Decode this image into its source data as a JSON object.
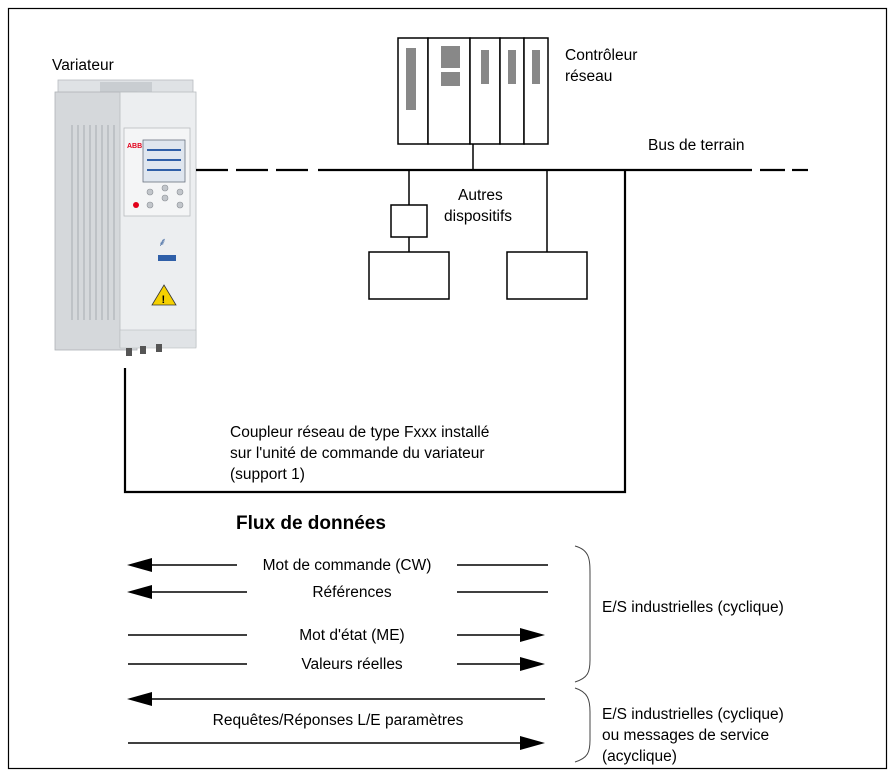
{
  "labels": {
    "drive": "Variateur",
    "controller_line1": "Contrôleur",
    "controller_line2": "réseau",
    "fieldbus": "Bus de terrain",
    "other_devices_line1": "Autres",
    "other_devices_line2": "dispositifs",
    "adapter_line1": "Coupleur réseau de type Fxxx installé",
    "adapter_line2": "sur l'unité de commande du variateur",
    "adapter_line3": "(support 1)",
    "drive_brand": "ABB"
  },
  "dataflow": {
    "title": "Flux de données",
    "rows": [
      {
        "label": "Mot de commande (CW)",
        "direction": "to-drive"
      },
      {
        "label": "Références",
        "direction": "to-drive"
      },
      {
        "label": "Mot d'état (ME)",
        "direction": "from-drive"
      },
      {
        "label": "Valeurs réelles",
        "direction": "from-drive"
      },
      {
        "label": "Requêtes/Réponses L/E paramètres",
        "direction": "both"
      }
    ],
    "cyclic_group": "E/S industrielles (cyclique)",
    "acyclic_group_line1": "E/S industrielles (cyclique)",
    "acyclic_group_line2": "ou messages de service",
    "acyclic_group_line3": "(acyclique)"
  },
  "colors": {
    "frame": "#000000",
    "drive_body": "#e6e8ea",
    "drive_shadow": "#c9cdd1",
    "brand_red": "#e2001a",
    "warning_yellow": "#f5d000",
    "display_blue": "#2f5fa8"
  }
}
